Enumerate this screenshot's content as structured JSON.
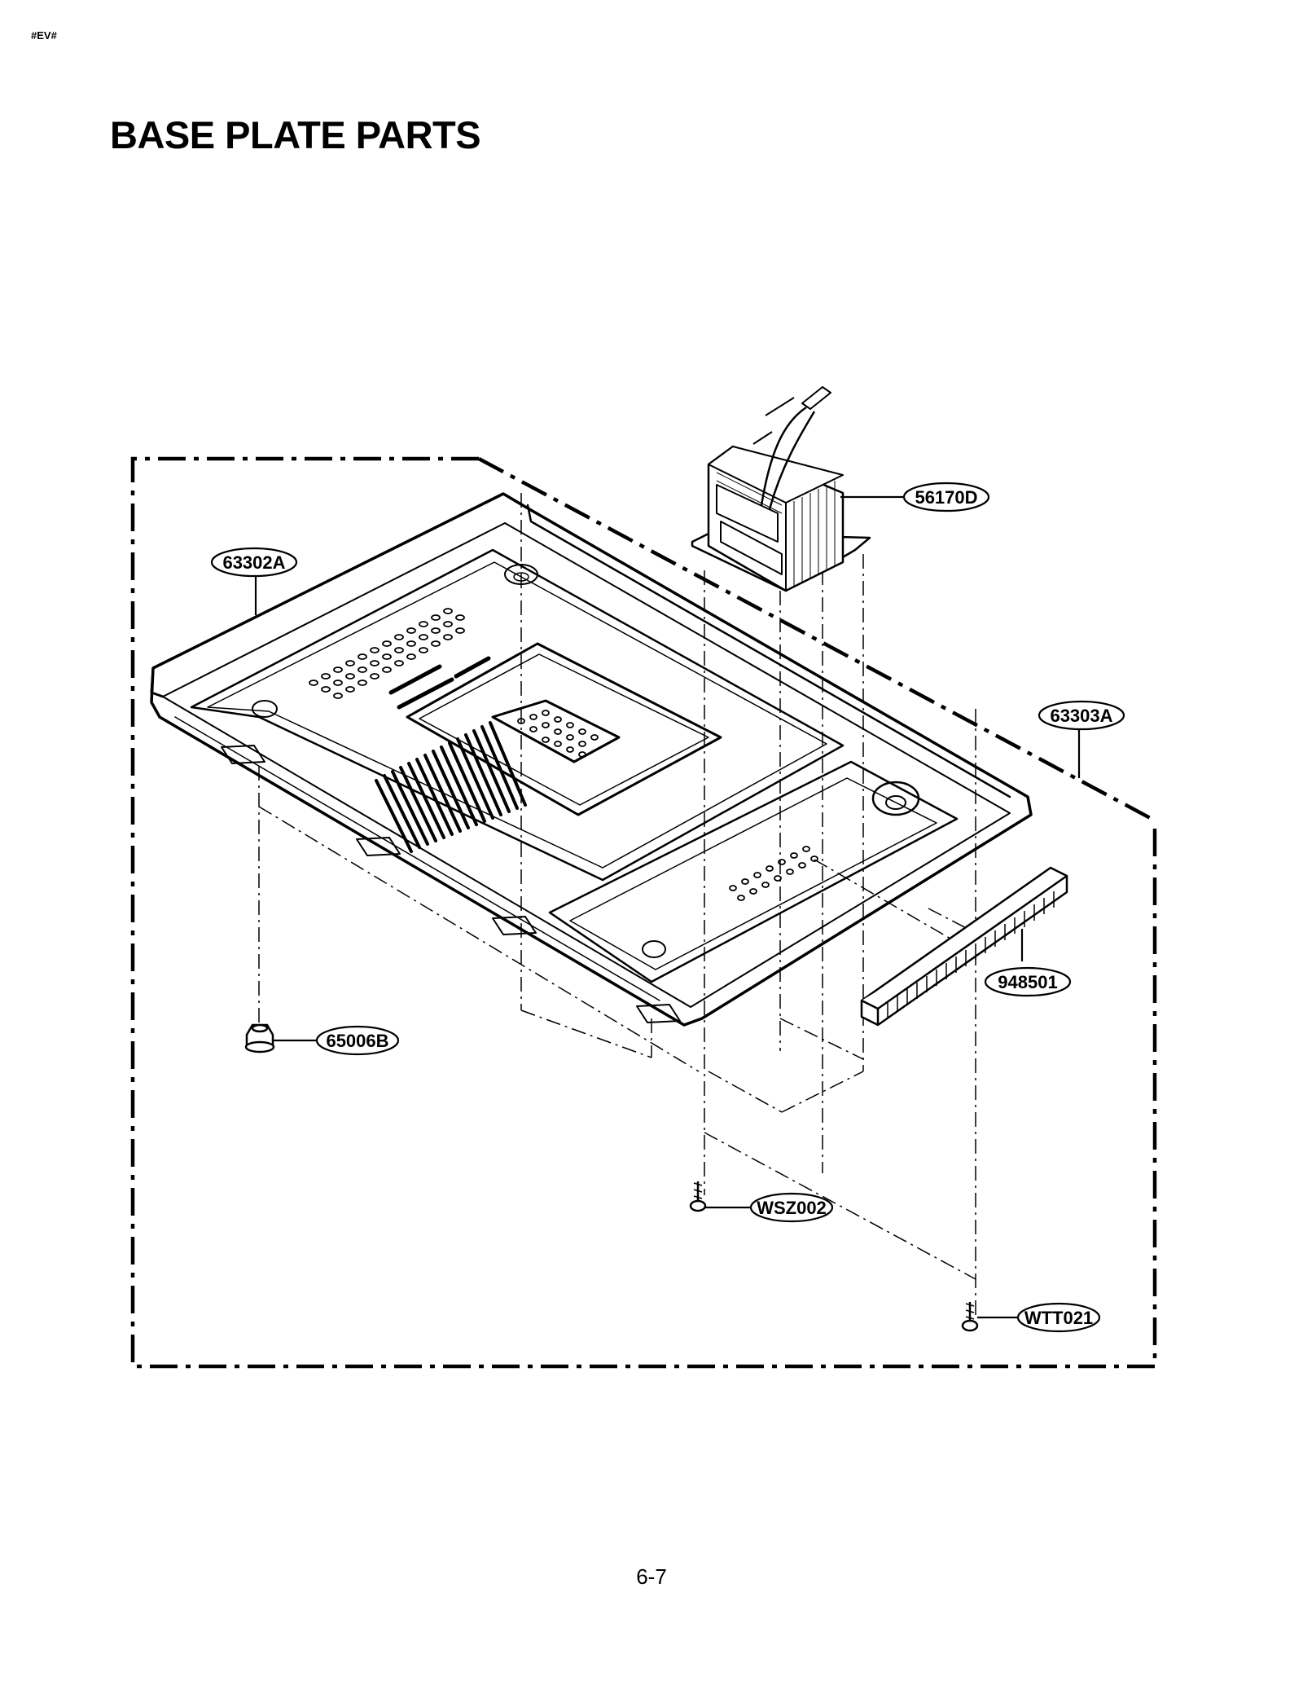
{
  "corner_tag": "#EV#",
  "title": "BASE PLATE PARTS",
  "page_number": "6-7",
  "callouts": {
    "c63302A": "63302A",
    "c56170D": "56170D",
    "c63303A": "63303A",
    "c948501": "948501",
    "c65006B": "65006B",
    "cWSZ002": "WSZ002",
    "cWTT021": "WTT021"
  }
}
